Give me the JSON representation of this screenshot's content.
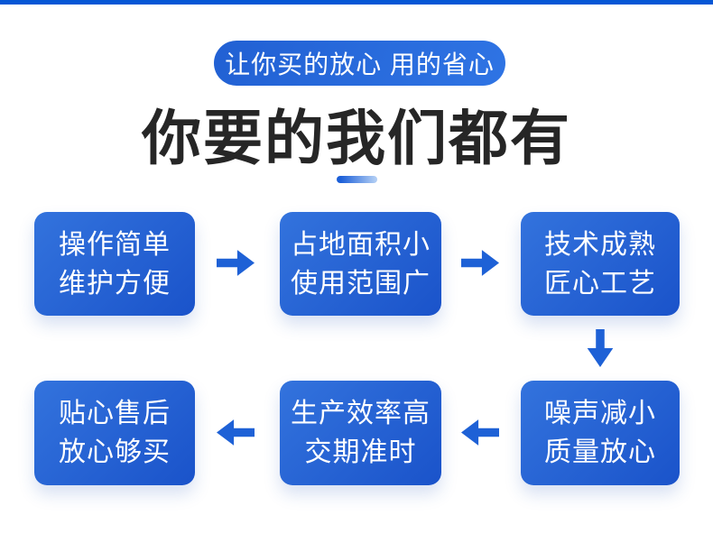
{
  "header": {
    "slogan": "让你买的放心 用的省心",
    "title": "你要的我们都有"
  },
  "colors": {
    "top_bar": "#0657d5",
    "pill_gradient_start": "#2160d3",
    "pill_gradient_end": "#2f74e4",
    "box_gradient_start": "#3373dd",
    "box_gradient_end": "#1a53ca",
    "arrow_blue": "#1e61d6",
    "title_text": "#262626",
    "box_text": "#ffffff",
    "background": "#ffffff"
  },
  "flow": {
    "boxes": [
      {
        "line1": "操作简单",
        "line2": "维护方便"
      },
      {
        "line1": "占地面积小",
        "line2": "使用范围广"
      },
      {
        "line1": "技术成熟",
        "line2": "匠心工艺"
      },
      {
        "line1": "噪声减小",
        "line2": "质量放心"
      },
      {
        "line1": "生产效率高",
        "line2": "交期准时"
      },
      {
        "line1": "贴心售后",
        "line2": "放心够买"
      }
    ],
    "arrows": [
      {
        "direction": "right"
      },
      {
        "direction": "right"
      },
      {
        "direction": "down"
      },
      {
        "direction": "left"
      },
      {
        "direction": "left"
      }
    ]
  }
}
